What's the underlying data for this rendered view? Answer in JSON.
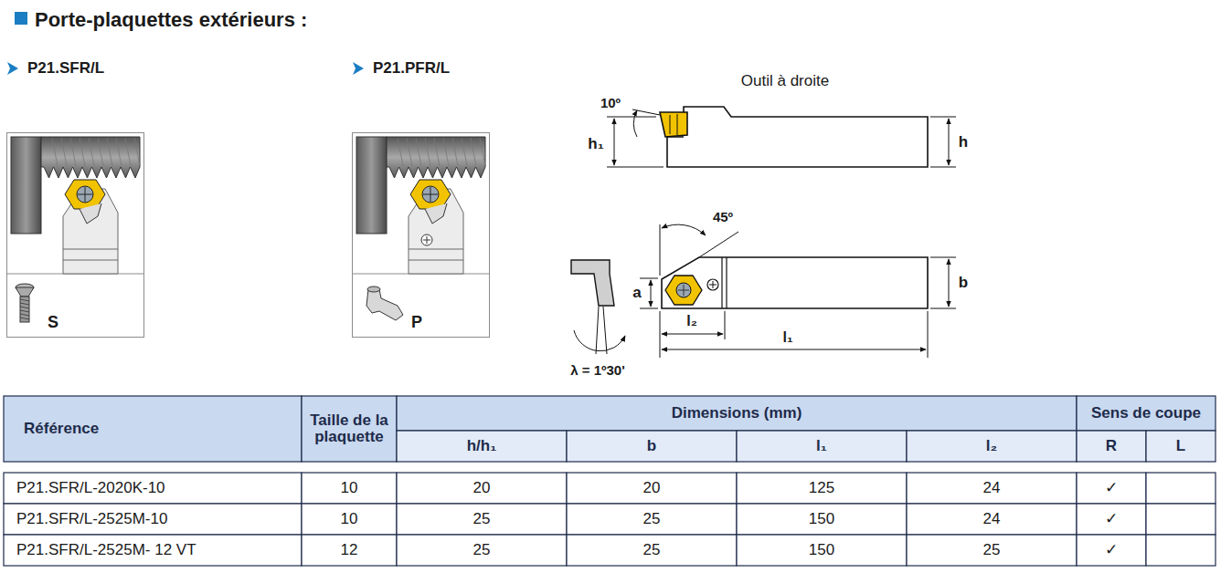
{
  "diagram": {
    "title": "Porte-plaquettes extérieurs :",
    "nodes": [
      {
        "text": [
          "S"
        ]
      },
      {
        "text": [
          "P"
        ]
      }
    ],
    "labels": [
      "P21.SFR/L",
      "P21.PFR/L",
      "Outil à droite",
      "10º",
      "h₁",
      "h",
      "45º",
      "a",
      "b",
      "l₂",
      "l₁",
      "λ = 1º30'",
      "Référence",
      "Taille de la plaquette",
      "Dimensions (mm)",
      "Sens de coupe",
      "h/h₁",
      "b",
      "l₁",
      "l₂",
      "R",
      "L",
      "P21.SFR/L-2020K-10",
      "10",
      "20",
      "20",
      "125",
      "24",
      "✓",
      "P21.SFR/L-2525M-10",
      "10",
      "25",
      "25",
      "150",
      "24",
      "✓",
      "P21.SFR/L-2525M- 12 VT",
      "12",
      "25",
      "25",
      "150",
      "25",
      "✓"
    ]
  }
}
